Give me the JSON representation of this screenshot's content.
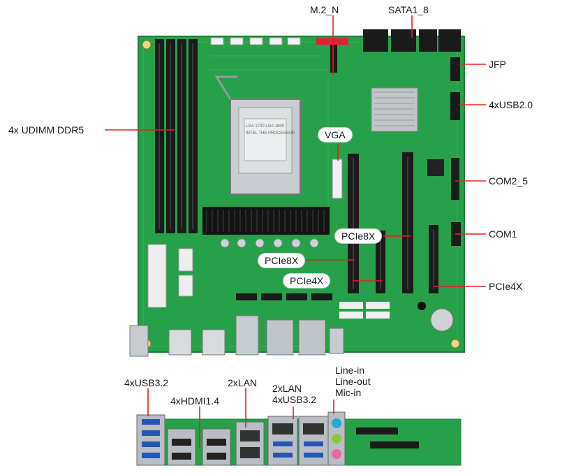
{
  "labels": {
    "m2": "M.2_N",
    "sata": "SATA1_8",
    "jfp": "JFP",
    "usb20": "4xUSB2.0",
    "dimm": "4x UDIMM DDR5",
    "vga": "VGA",
    "com2_5": "COM2_5",
    "com1": "COM1",
    "pcie8x_a": "PCIe8X",
    "pcie8x_b": "PCIe8X",
    "pcie4x_a": "PCIe4X",
    "pcie4x_b": "PCIe4X",
    "usb32": "4xUSB3.2",
    "hdmi": "4xHDMI1.4",
    "lan2x": "2xLAN",
    "lan2x_usb": "2xLAN",
    "usb32_b": "4xUSB3.2",
    "audio": [
      "Line-in",
      "Line-out",
      "Mic-in"
    ]
  },
  "cpu_socket_text": [
    "LGA 1700 LGA 1800",
    "INTEL THE PROCESSOR"
  ],
  "colors": {
    "pcb": "#27a04a",
    "pcb_dark": "#1c7f39",
    "pointer": "#e2231a",
    "slot": "#1b1b1b",
    "heatsink": "#bfc4c8"
  }
}
